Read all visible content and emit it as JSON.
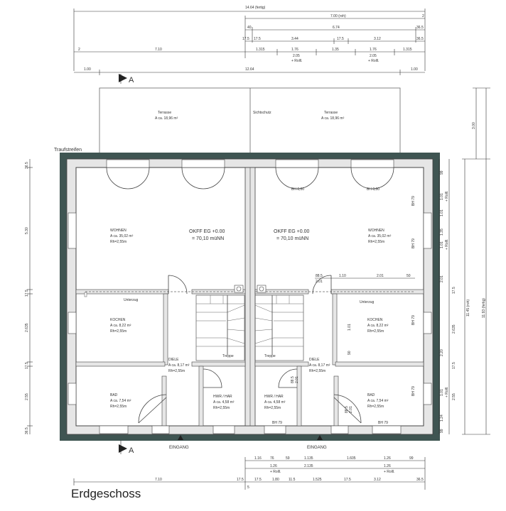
{
  "title": "Erdgeschoss",
  "labels": {
    "traufstreifen": "Traufstreifen",
    "section_top": "A",
    "section_bottom": "A",
    "sichtschutz": "Sichtschutz",
    "unterzug": "Unterzug",
    "treppe": "Treppe",
    "eingang": "EINGANG"
  },
  "top_dims": {
    "overall": "14.64 (fertig)",
    "right_half": "7.00 (roh)",
    "right_half_end": "2",
    "r2_a": "40",
    "r2_b": "6.74",
    "r2_c": "36.5",
    "r3_a": "17.5",
    "r3_b": "17.5",
    "r3_c": "3.44",
    "r3_d": "17.5",
    "r3_e": "3.12",
    "r3_f": "36.5",
    "r4_start": "2",
    "r4_a": "7.10",
    "r4_b": "1.315",
    "r4_c": "1.76",
    "r4_d": "1.35",
    "r4_e": "1.76",
    "r4_f": "1.315",
    "r4_sub1": "2.05",
    "r4_sub1b": "+ Rolll.",
    "r4_sub2": "2.05",
    "r4_sub2b": "+ Rolll.",
    "r5_a": "1.00",
    "r5_b": "12.64",
    "r5_c": "1.00"
  },
  "bottom_dims": {
    "b1_a": "1.16",
    "b1_b": "76",
    "b1_c": "59",
    "b1_d": "1.135",
    "b1_e": "1.605",
    "b1_f": "1.26",
    "b1_g": "99",
    "b2_a": "1.26",
    "b2_b": "+ Rolll.",
    "b2_c": "2.135",
    "b2_d": "1.26",
    "b2_e": "+ Rolll.",
    "b3_a": "7.10",
    "b3_b": "17.5",
    "b3_c": "17.5",
    "b3_d": "1.80",
    "b3_e": "11.5",
    "b3_f": "1.525",
    "b3_g": "17.5",
    "b3_h": "3.12",
    "b3_i": "36.5",
    "b3_j": "5"
  },
  "left_dims": [
    "36.5",
    "5.30",
    "17.5",
    "2.635",
    "17.5",
    "2.55",
    "36.5"
  ],
  "right_dims_inner": [
    "99",
    "1.01",
    "+ Rolll.",
    "1.01",
    "1.35",
    "1.01",
    "+ Rolll.",
    "2.01",
    "17.5",
    "2.635",
    "2.20",
    "17.5",
    "2.55",
    "1.01",
    "+ Rolll.",
    "1.24",
    "99"
  ],
  "right_dims_outer": [
    "3.00",
    "11.45 (roh)",
    "11.93 (fertig)"
  ],
  "rooms": {
    "terrasse_l": {
      "name": "Terrasse",
      "area": "A ca. 18,96 m²"
    },
    "terrasse_r": {
      "name": "Terrasse",
      "area": "A ca. 18,96 m²"
    },
    "wohnen_l": {
      "name": "WOHNEN",
      "area": "A ca. 35,02 m²",
      "height": "Rh=2,55m"
    },
    "wohnen_r": {
      "name": "WOHNEN",
      "area": "A ca. 35,02 m²",
      "height": "Rh=2,55m"
    },
    "kochen_l": {
      "name": "KOCHEN",
      "area": "A ca. 8,22 m²",
      "height": "Rh=2,55m"
    },
    "kochen_r": {
      "name": "KOCHEN",
      "area": "A ca. 8,22 m²",
      "height": "Rh=2,55m"
    },
    "diele_l": {
      "name": "DIELE",
      "area": "A ca. 8,17 m²",
      "height": "Rh=2,55m"
    },
    "diele_r": {
      "name": "DIELE",
      "area": "A ca. 8,17 m²",
      "height": "Rh=2,55m"
    },
    "bad_l": {
      "name": "BAD",
      "area": "A ca. 7,54 m²",
      "height": "Rh=2,55m"
    },
    "bad_r": {
      "name": "BAD",
      "area": "A ca. 7,54 m²",
      "height": "Rh=2,55m"
    },
    "hwr_l": {
      "name": "HWR / HAR",
      "area": "A ca. 4,58 m²",
      "height": "Rh=2,55m"
    },
    "hwr_r": {
      "name": "HWR / HAR",
      "area": "A ca. 4,58 m²",
      "height": "Rh=2,55m"
    }
  },
  "okff_l": {
    "line1": "OKFF EG +0.00",
    "line2": "= 70,10 müNN"
  },
  "okff_r": {
    "line1": "OKFF EG +0.00",
    "line2": "= 70,10 müNN"
  },
  "bh_labels": {
    "bh_top_l": "BH 0,00",
    "bh_top_r": "BH 0,00",
    "bh_side_1": "BH 79",
    "bh_side_2": "BH 79",
    "bh_side_3": "BH 79",
    "bh_side_4": "BH 79",
    "bh_bot_l": "BH 79",
    "bh_bot_r": "BH 79"
  },
  "inner_dims": {
    "i1": "88.5",
    "i2": "2.01",
    "i3": "1.10",
    "i4": "2.01",
    "i5": "50",
    "i6": "1.01",
    "i7": "90",
    "i8": "88.5",
    "i9": "2.01",
    "i10": "88.5",
    "i11": "2.01"
  }
}
